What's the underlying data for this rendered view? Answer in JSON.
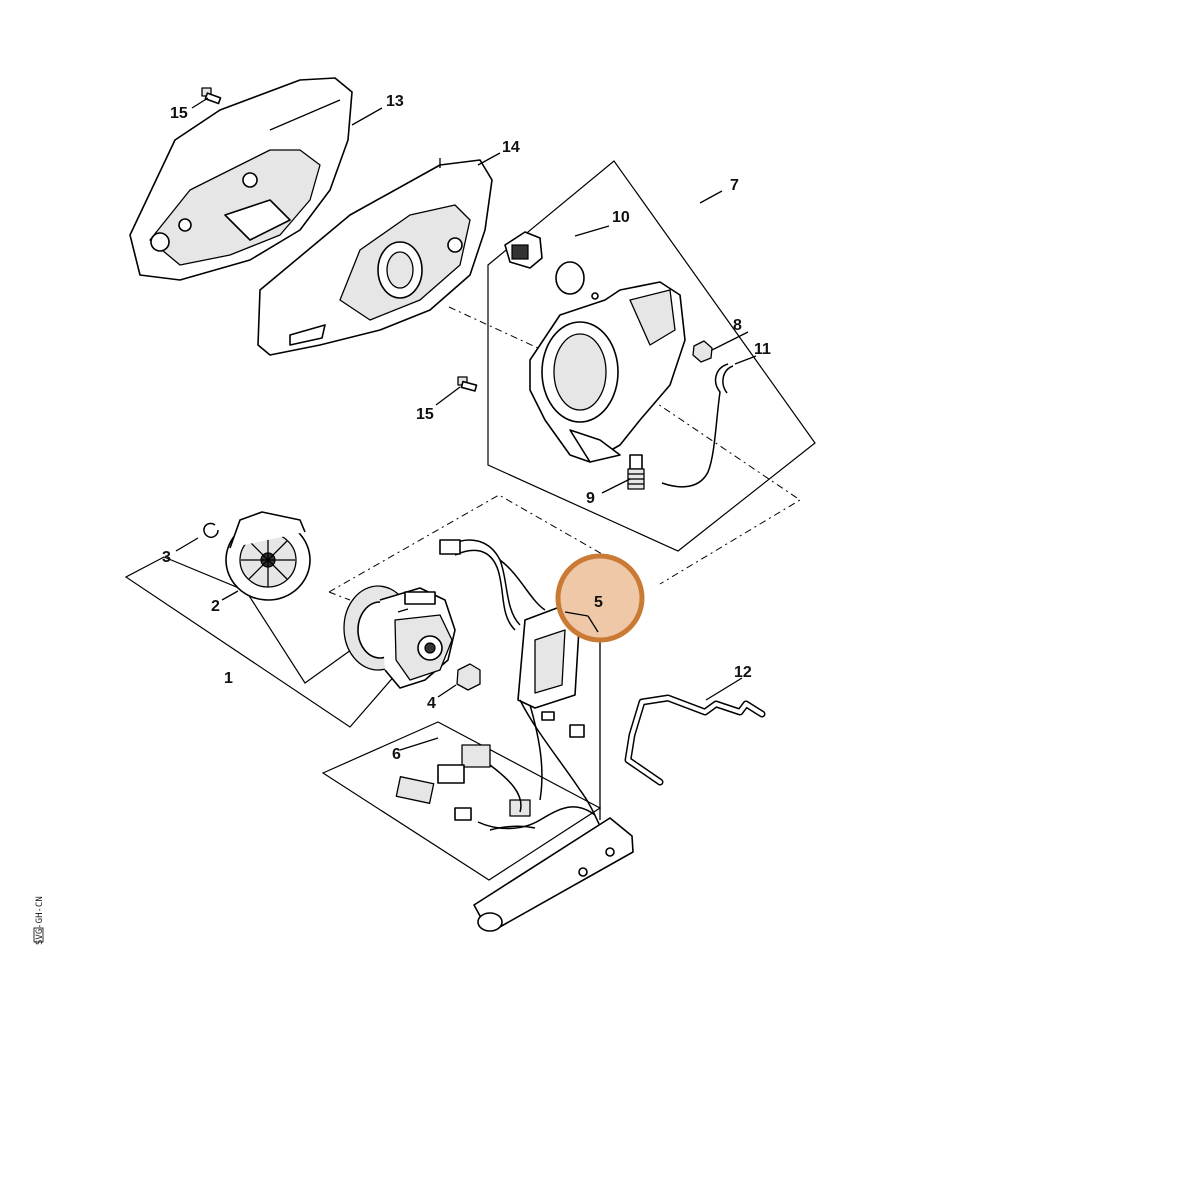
{
  "parts": [
    {
      "id": "15a",
      "label": "15"
    },
    {
      "id": "13",
      "label": "13"
    },
    {
      "id": "14",
      "label": "14"
    },
    {
      "id": "7",
      "label": "7"
    },
    {
      "id": "10",
      "label": "10"
    },
    {
      "id": "8",
      "label": "8"
    },
    {
      "id": "11",
      "label": "11"
    },
    {
      "id": "15b",
      "label": "15"
    },
    {
      "id": "9",
      "label": "9"
    },
    {
      "id": "3",
      "label": "3"
    },
    {
      "id": "2",
      "label": "2"
    },
    {
      "id": "1",
      "label": "1"
    },
    {
      "id": "5",
      "label": "5"
    },
    {
      "id": "4",
      "label": "4"
    },
    {
      "id": "12",
      "label": "12"
    },
    {
      "id": "6",
      "label": "6"
    }
  ],
  "highlight": {
    "part": "5",
    "color": "#c97a35",
    "fill": "#eec8a7"
  },
  "drawing_ref": "SVG-GH-CN"
}
